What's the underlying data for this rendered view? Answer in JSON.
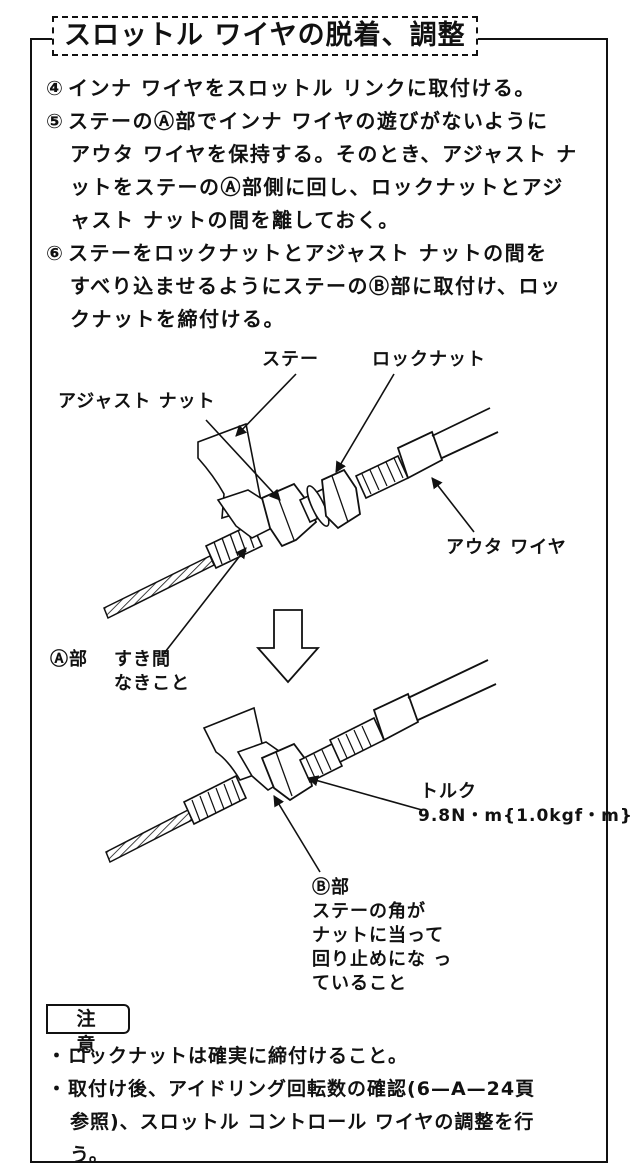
{
  "title": "スロットル ワイヤの脱着、調整",
  "steps": [
    {
      "num": "④",
      "lines": [
        "インナ ワイヤをスロットル リンクに取付ける。"
      ]
    },
    {
      "num": "⑤",
      "lines": [
        "ステーのⒶ部でインナ ワイヤの遊びがないように",
        "アウタ ワイヤを保持する。そのとき、アジャスト ナ",
        "ットをステーのⒶ部側に回し、ロックナットとアジ",
        "ャスト ナットの間を離しておく。"
      ]
    },
    {
      "num": "⑥",
      "lines": [
        "ステーをロックナットとアジャスト ナットの間を",
        "すべり込ませるようにステーのⒷ部に取付け、ロッ",
        "クナットを締付ける。"
      ]
    }
  ],
  "labels": {
    "stay": "ステー",
    "locknut": "ロックナット",
    "adjust_nut": "アジャスト ナット",
    "outer_wire": "アウタ ワイヤ",
    "part_a": "Ⓐ部",
    "gap_line1": "すき間",
    "gap_line2": "なきこと",
    "torque_label": "トルク",
    "torque_value": "9.8N・m{1.0kgf・m}",
    "part_b": "Ⓑ部",
    "b_line1": "ステーの角が",
    "b_line2": "ナットに当って",
    "b_line3": "回り止めにな っ",
    "b_line4": "ていること"
  },
  "caution": {
    "label": "注 意",
    "items": [
      {
        "lines": [
          "ロックナットは確実に締付けること。"
        ]
      },
      {
        "lines": [
          "取付け後、アイドリング回転数の確認(6—A—24頁",
          "参照)、スロットル コントロール ワイヤの調整を行",
          "う。"
        ]
      }
    ]
  }
}
